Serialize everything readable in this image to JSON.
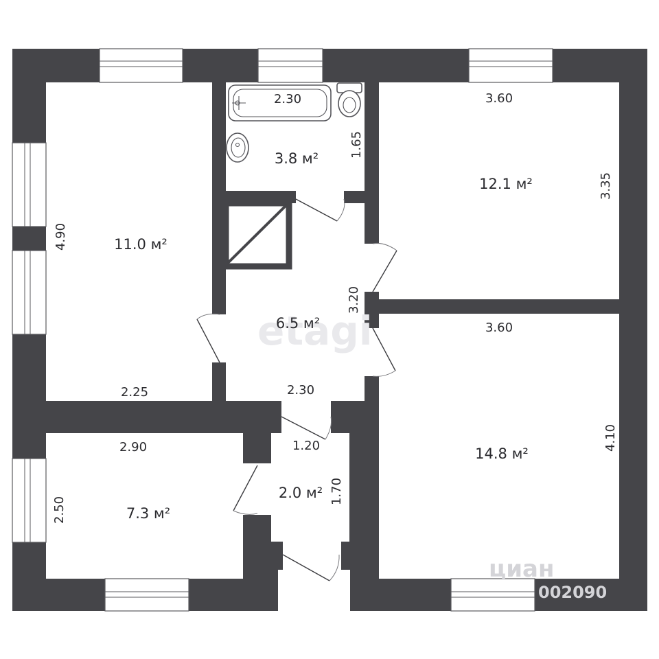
{
  "watermark": {
    "brand": "etagi",
    "corner_brand": "циан",
    "corner_id": "002090"
  },
  "rooms": {
    "left_room": {
      "area": "11.0 м²",
      "width": "2.25",
      "height": "4.90"
    },
    "bathroom": {
      "area": "3.8 м²",
      "width": "2.30",
      "height": "1.65"
    },
    "top_right": {
      "area": "12.1 м²",
      "width": "3.60",
      "height": "3.35"
    },
    "hall": {
      "area": "6.5 м²",
      "width": "2.30",
      "height": "3.20"
    },
    "bottom_right": {
      "area": "14.8 м²",
      "width": "3.60",
      "height": "4.10"
    },
    "bottom_left": {
      "area": "7.3 м²",
      "width": "2.90",
      "height": "2.50"
    },
    "vestibule": {
      "area": "2.0 м²",
      "width": "1.20",
      "height": "1.70"
    }
  },
  "colors": {
    "wall": "#454549",
    "floor": "#ffffff",
    "text": "#2a2a2e"
  }
}
